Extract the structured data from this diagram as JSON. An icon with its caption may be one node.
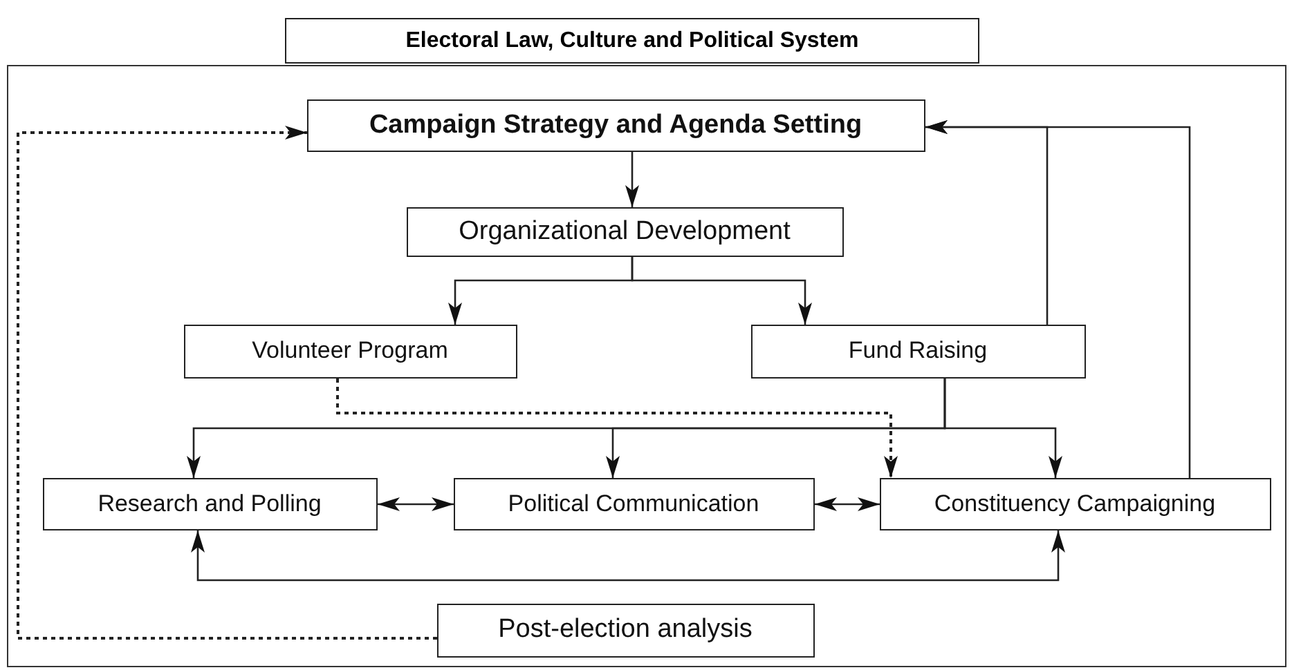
{
  "diagram": {
    "nodes": [
      {
        "text": [
          "Electoral Law, Culture and Political System"
        ]
      },
      {
        "text": [
          "Campaign Strategy and Agenda Setting"
        ],
        "in": 0
      },
      {
        "text": [
          "Organizational Development"
        ],
        "in": 0
      },
      {
        "text": [
          "Volunteer Program"
        ],
        "in": 0
      },
      {
        "text": [
          "Fund Raising"
        ],
        "in": 0
      },
      {
        "text": [
          "Research and Polling"
        ],
        "in": 0
      },
      {
        "text": [
          "Political Communication"
        ],
        "in": 0
      },
      {
        "text": [
          "Constituency Campaigning"
        ],
        "in": 0
      },
      {
        "text": [
          "Post-election analysis"
        ],
        "in": 0
      }
    ],
    "edges": [
      {
        "from": 1,
        "to": 2,
        "arrow": "to"
      },
      {
        "from": 2,
        "to": 3,
        "arrow": "to"
      },
      {
        "from": 2,
        "to": 4,
        "arrow": "to"
      },
      {
        "from": 4,
        "to": 5,
        "arrow": "to"
      },
      {
        "from": 4,
        "to": 6,
        "arrow": "to"
      },
      {
        "from": 4,
        "to": 7,
        "arrow": "to"
      },
      {
        "from": 3,
        "to": 7,
        "arrow": "to",
        "style": "dashed"
      },
      {
        "from": 4,
        "to": 1,
        "arrow": "to"
      },
      {
        "from": 7,
        "to": 1,
        "arrow": "to"
      },
      {
        "from": 5,
        "to": 6,
        "arrow": "both"
      },
      {
        "from": 6,
        "to": 7,
        "arrow": "both"
      },
      {
        "from": 5,
        "to": 7,
        "arrow": "both"
      },
      {
        "from": 8,
        "to": 1,
        "arrow": "to",
        "style": "dashed"
      }
    ]
  }
}
